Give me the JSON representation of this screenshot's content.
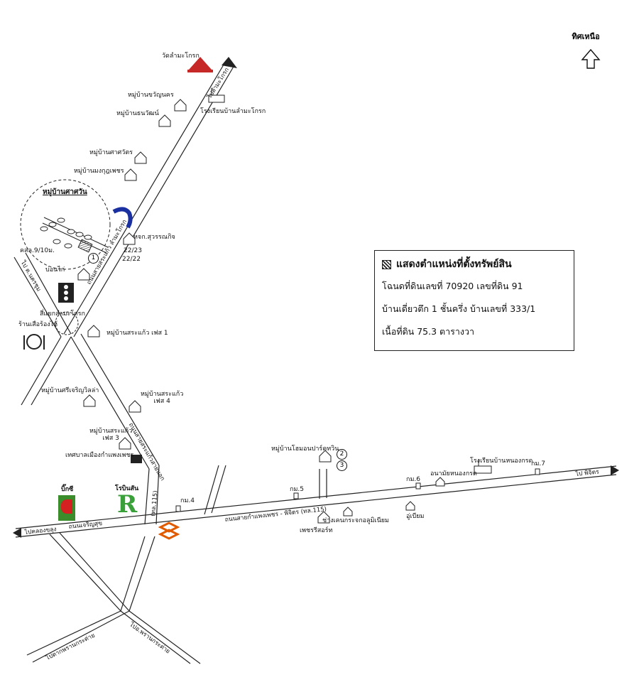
{
  "north": {
    "label": "ทิศเหนือ",
    "icon": "north-arrow-icon"
  },
  "info_box": {
    "title": "แสดงตำแหน่งที่ตั้งทรัพย์สิน",
    "line1": "โฉนดที่ดินเลขที่  70920  เลขที่ดิน  91",
    "line2": "บ้านเดี่ยวตึก 1  ชั้นครึ่ง  บ้านเลขที่  333/1",
    "line3": "เนื้อที่ดิน  75.3  ตารางวา"
  },
  "places": {
    "temple": "วัดลำมะโกรก",
    "vill_kwan": "หมู่บ้านขวัญนคร",
    "vill_thanawat": "หมู่บ้านธนวัฒน์",
    "school_lammakrok": "โรงเรียนบ้านลำมะโกรก",
    "vill_sasawat": "หมู่บ้านศาศวัตร",
    "vill_mongkut": "หมู่บ้านมงกุฎเพชร",
    "vill_target": "หมู่บ้านศาศวัน",
    "soi_label": "คสล.9/10ม.",
    "company": "หจก.สุวรรณกิจ",
    "no_22_23": "22/23",
    "no_22_22": "22/22",
    "pond": "บ่อนไก่",
    "intersection": "สี่แยกลำมะโกรก",
    "restaurant": "ร้านเสือร้องไห้",
    "vill_srakaew1": "หมู่บ้านสระแก้ว เฟส 1",
    "vill_sricharoen": "หมู่บ้านศรีเจริญวิลล่า",
    "vill_srakaew4": "หมู่บ้านสระแก้ว\nเฟส 4",
    "vill_srakaew3": "หมู่บ้านสระแก้ว\nเฟส 3",
    "municipality": "เทศบาลเมืองกำแพงเพชร",
    "vill_homeland": "หมู่บ้านโฮมอนปาร์คทวิน",
    "school_nongkot": "โรงเรียนบ้านหนองกรด",
    "health_center": "อนามัยหนองกรด",
    "km4": "กม.4",
    "km5": "กม.5",
    "km6": "กม.6",
    "km7": "กม.7",
    "glass_shop": "ช่างเคนกระจกอลูมิเนียม",
    "gas_station": "อู่เบียม",
    "petch_resort": "เพชรรีสอร์ท",
    "bigc": "บิ๊กซี",
    "robinson": "โรบินสัน",
    "marker1": "1",
    "marker2": "2",
    "marker3": "3"
  },
  "roads": {
    "road_lammakrok_top": "ไปลำมะโกรก",
    "road_main_ne": "ถนนสายสระแก้ว ลำมะโกรก",
    "road_to_lan": "ไป ต.นครชุม",
    "road_ne_lower": "ถนนสายสระแก้วสายนอก",
    "road_115_label": "ถนนสายกำแพงเพชร - พิจิตร (ทล.115)",
    "to_phichit": "ไป พิจิตร",
    "to_khlong_lan": "ไปคลองขลุง",
    "charoen_suk": "ถนนเจริญสุข",
    "route_115": "(ทล.115)",
    "to_bottom_left": "ไปตากพรานกระต่าย",
    "to_bottom_right": "ไปอ.พรานกระต่าย"
  }
}
